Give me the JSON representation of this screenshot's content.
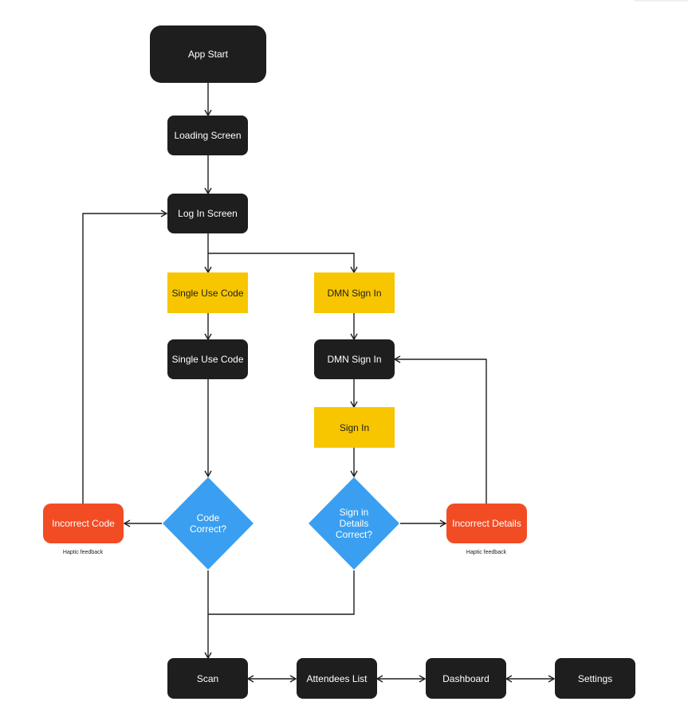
{
  "nodes": {
    "app_start": "App Start",
    "loading_screen": "Loading Screen",
    "log_in_screen": "Log In Screen",
    "single_use_code_option": "Single Use Code",
    "dmn_sign_in_option": "DMN Sign In",
    "single_use_code_screen": "Single Use Code",
    "dmn_sign_in_screen": "DMN Sign In",
    "sign_in_action": "Sign In",
    "code_correct_decision": "Code Correct?",
    "details_correct_decision": "Sign in Details Correct?",
    "incorrect_code": "Incorrect Code",
    "incorrect_details": "Incorrect Details",
    "scan": "Scan",
    "attendees_list": "Attendees List",
    "dashboard": "Dashboard",
    "settings": "Settings"
  },
  "notes": {
    "haptic_left": "Haptic feedback",
    "haptic_right": "Haptic feedback"
  },
  "colors": {
    "screen": "#1e1e1e",
    "option": "#f7c600",
    "decision": "#3a9ff0",
    "error": "#f24c25",
    "connector": "#1e1e1e"
  }
}
